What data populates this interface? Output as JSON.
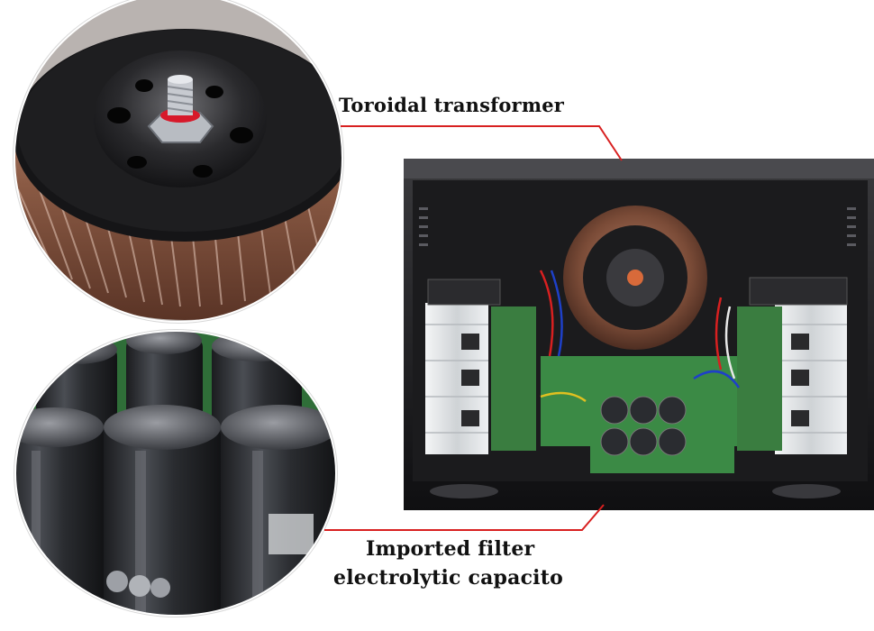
{
  "labels": {
    "transformer": "Toroidal transformer",
    "capacitor_line1": "Imported filter",
    "capacitor_line2": "electrolytic capacito"
  },
  "colors": {
    "background": "#ffffff",
    "callout_line": "#d82020",
    "chassis": "#1d1d1f",
    "heatsink": "#e6e8ea",
    "pcb": "#2f7a3a",
    "capacitor": "#2a2c30",
    "transformer_winding": "#8a5a44"
  },
  "icons": [
    "transformer-closeup-photo",
    "capacitor-closeup-photo",
    "amplifier-chassis-photo"
  ]
}
